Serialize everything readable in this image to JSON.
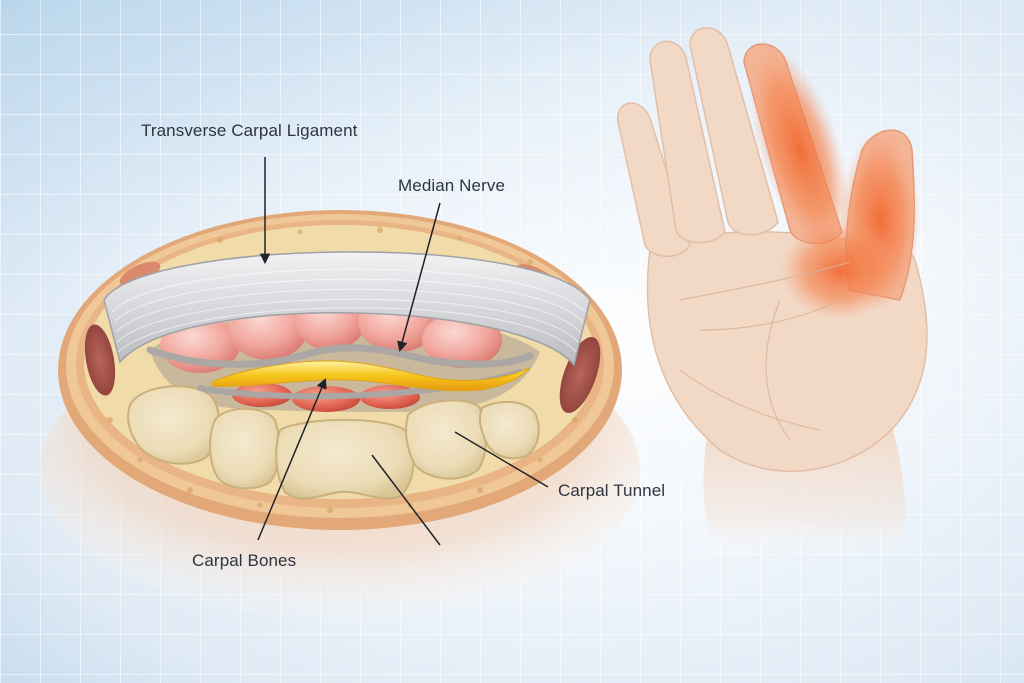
{
  "diagram": {
    "subject": "Carpal tunnel cross-section and hand",
    "labels": {
      "transverse_carpal_ligament": "Transverse Carpal Ligament",
      "median_nerve": "Median Nerve",
      "carpal_tunnel": "Carpal Tunnel",
      "carpal_bones": "Carpal Bones"
    },
    "colors": {
      "background": "#c6dcee",
      "ligament": "#dcdde0",
      "tendon": "#f2a7a0",
      "nerve": "#f6c21a",
      "bone": "#efe3c2",
      "skin_ring": "#e8b98a",
      "hand_skin": "#f2d8c4",
      "symptom_highlight": "#f07a4a",
      "label_text": "#2e3440",
      "leader_line": "#1f2328"
    },
    "regions": {
      "cross_section": "Wrist cross-section showing tendons, median nerve, ligament and carpal bones",
      "hand": "Palm of hand with highlighted thumb, index and middle finger region"
    }
  }
}
